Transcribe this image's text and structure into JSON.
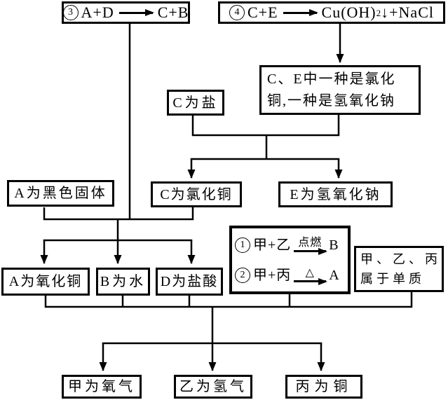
{
  "diagram": {
    "eq3": {
      "num": "3",
      "lhs": "A+D",
      "rhs": "C+B"
    },
    "eq4": {
      "num": "4",
      "lhs": "C+E",
      "rhs_main": "Cu(OH)",
      "rhs_sub": "2",
      "rhs_tail": "↓+NaCl"
    },
    "ce_note": {
      "line1": "C、E中一种是氯化",
      "line2": "铜,一种是氢氧化钠"
    },
    "c_salt": "C为盐",
    "a_black": "A为黑色固体",
    "c_cucl2": "C为氯化铜",
    "e_naoh": "E为氢氧化钠",
    "a_cuo": "A为氧化铜",
    "b_water": "B为水",
    "d_hcl": "D为盐酸",
    "eq1": {
      "num": "1",
      "lhs": "甲+乙",
      "cond": "点燃",
      "product": "B"
    },
    "eq2": {
      "num": "2",
      "lhs": "甲+丙",
      "cond": "△",
      "product": "A"
    },
    "elements": {
      "line1": "甲、乙、丙",
      "line2": "属于单质"
    },
    "jia_o2": "甲为氧气",
    "yi_h2": "乙为氢气",
    "bing_cu": "丙为铜"
  },
  "colors": {
    "line": "#000000",
    "background": "#ffffff"
  }
}
